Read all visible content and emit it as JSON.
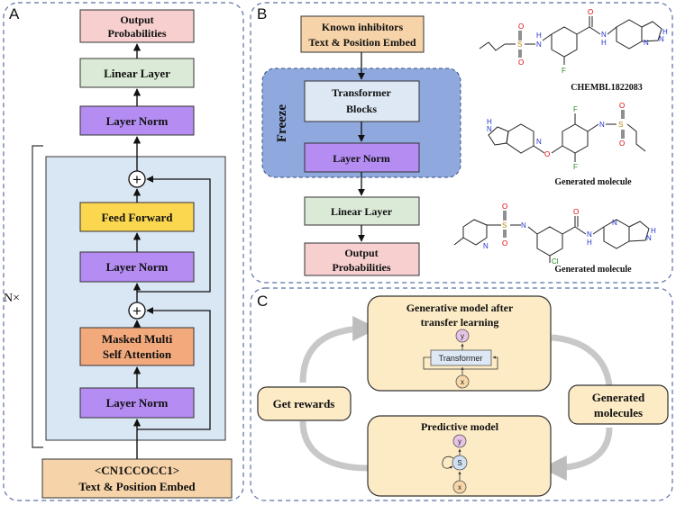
{
  "panel_a": {
    "letter": "A",
    "repeat_label": "N×",
    "output": [
      "Output",
      "Probabilities"
    ],
    "linear": "Linear Layer",
    "norm_top": "Layer Norm",
    "feed_forward": "Feed Forward",
    "norm_mid": "Layer Norm",
    "attention": [
      "Masked Multi",
      "Self Attention"
    ],
    "norm_bottom": "Layer Norm",
    "input": [
      "<CN1CCOCC1>",
      "Text & Position Embed"
    ],
    "add_symbol": "+"
  },
  "panel_b": {
    "letter": "B",
    "input": [
      "Known inhibitors",
      "Text & Position Embed"
    ],
    "freeze": "Freeze",
    "transformer": [
      "Transformer",
      "Blocks"
    ],
    "norm": "Layer Norm",
    "linear": "Linear Layer",
    "output": [
      "Output",
      "Probabilities"
    ],
    "molecules": [
      {
        "label": "CHEMBL1822083",
        "atoms": [
          "O",
          "S",
          "O",
          "N",
          "H",
          "O",
          "N",
          "H",
          "F",
          "N",
          "N",
          "H"
        ]
      },
      {
        "label": "Generated molecule",
        "atoms": [
          "H",
          "N",
          "N",
          "O",
          "F",
          "F",
          "N",
          "S",
          "O",
          "O"
        ]
      },
      {
        "label": "Generated molecule",
        "atoms": [
          "O",
          "S",
          "O",
          "N",
          "N",
          "O",
          "N",
          "H",
          "Cl",
          "N",
          "N",
          "H"
        ]
      }
    ]
  },
  "panel_c": {
    "letter": "C",
    "generative": [
      "Generative model after",
      "transfer learning"
    ],
    "transformer_label": "Transformer",
    "y_node": "y",
    "x_node": "x",
    "get_rewards": "Get rewards",
    "generated": [
      "Generated",
      "molecules"
    ],
    "predictive": "Predictive model",
    "s_node": "S"
  },
  "colors": {
    "output": "#f7cfcf",
    "linear": "#dbead7",
    "norm": "#b48cf2",
    "feed_forward": "#fbd64f",
    "attention": "#f2a97c",
    "input": "#f6d3a8",
    "block_bg": "#d9e6f4",
    "freeze_bg": "#8fa9de",
    "transformer_blocks": "#dde8f4",
    "cycle_box": "#fcebc5"
  }
}
